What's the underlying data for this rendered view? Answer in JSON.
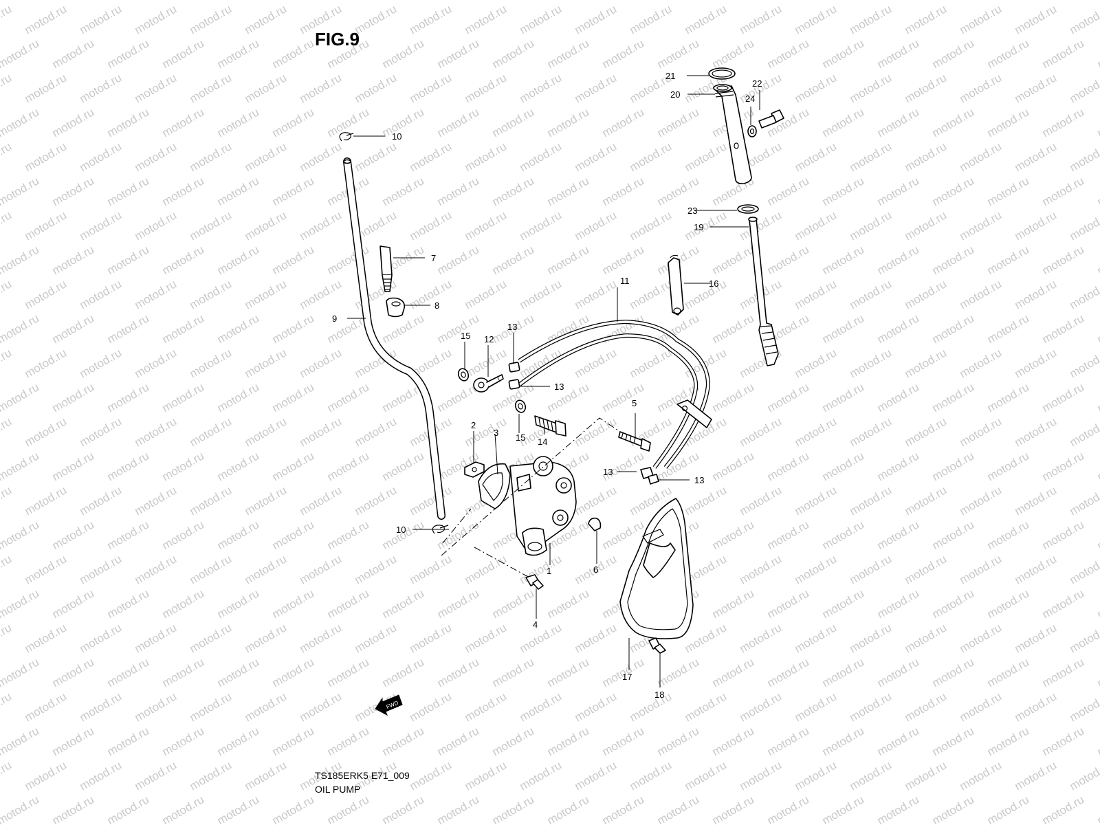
{
  "figure": {
    "title": "FIG.9",
    "model_code": "TS185ERK5 E71_009",
    "assembly_name": "OIL PUMP",
    "watermark": "motod.ru",
    "fwd_arrow_text": "FWD"
  },
  "callouts": [
    {
      "id": "c1",
      "number": "1",
      "part": "oil-pump-body"
    },
    {
      "id": "c2",
      "number": "2",
      "part": "pump-bracket"
    },
    {
      "id": "c3",
      "number": "3",
      "part": "gasket"
    },
    {
      "id": "c4",
      "number": "4",
      "part": "pump-screw"
    },
    {
      "id": "c5",
      "number": "5",
      "part": "pump-bolt"
    },
    {
      "id": "c6",
      "number": "6",
      "part": "cap"
    },
    {
      "id": "c7",
      "number": "7",
      "part": "pipe-bolt"
    },
    {
      "id": "c8",
      "number": "8",
      "part": "nut"
    },
    {
      "id": "c9",
      "number": "9",
      "part": "oil-hose"
    },
    {
      "id": "c10a",
      "number": "10",
      "part": "hose-clip-top"
    },
    {
      "id": "c10b",
      "number": "10",
      "part": "hose-clip-bottom"
    },
    {
      "id": "c11",
      "number": "11",
      "part": "oil-pipe-assembly"
    },
    {
      "id": "c12",
      "number": "12",
      "part": "union-bolt"
    },
    {
      "id": "c13a",
      "number": "13",
      "part": "pipe-cap"
    },
    {
      "id": "c13b",
      "number": "13",
      "part": "pipe-cap"
    },
    {
      "id": "c13c",
      "number": "13",
      "part": "pipe-cap"
    },
    {
      "id": "c13d",
      "number": "13",
      "part": "pipe-cap"
    },
    {
      "id": "c14",
      "number": "14",
      "part": "bleeder-bolt"
    },
    {
      "id": "c15a",
      "number": "15",
      "part": "washer"
    },
    {
      "id": "c15b",
      "number": "15",
      "part": "washer"
    },
    {
      "id": "c16",
      "number": "16",
      "part": "pipe-clamp"
    },
    {
      "id": "c17",
      "number": "17",
      "part": "pump-cover"
    },
    {
      "id": "c18",
      "number": "18",
      "part": "cover-screw"
    },
    {
      "id": "c19",
      "number": "19",
      "part": "drive-shaft"
    },
    {
      "id": "c20",
      "number": "20",
      "part": "shaft-housing"
    },
    {
      "id": "c21",
      "number": "21",
      "part": "o-ring"
    },
    {
      "id": "c22",
      "number": "22",
      "part": "housing-bolt"
    },
    {
      "id": "c23",
      "number": "23",
      "part": "washer"
    },
    {
      "id": "c24",
      "number": "24",
      "part": "washer"
    }
  ]
}
